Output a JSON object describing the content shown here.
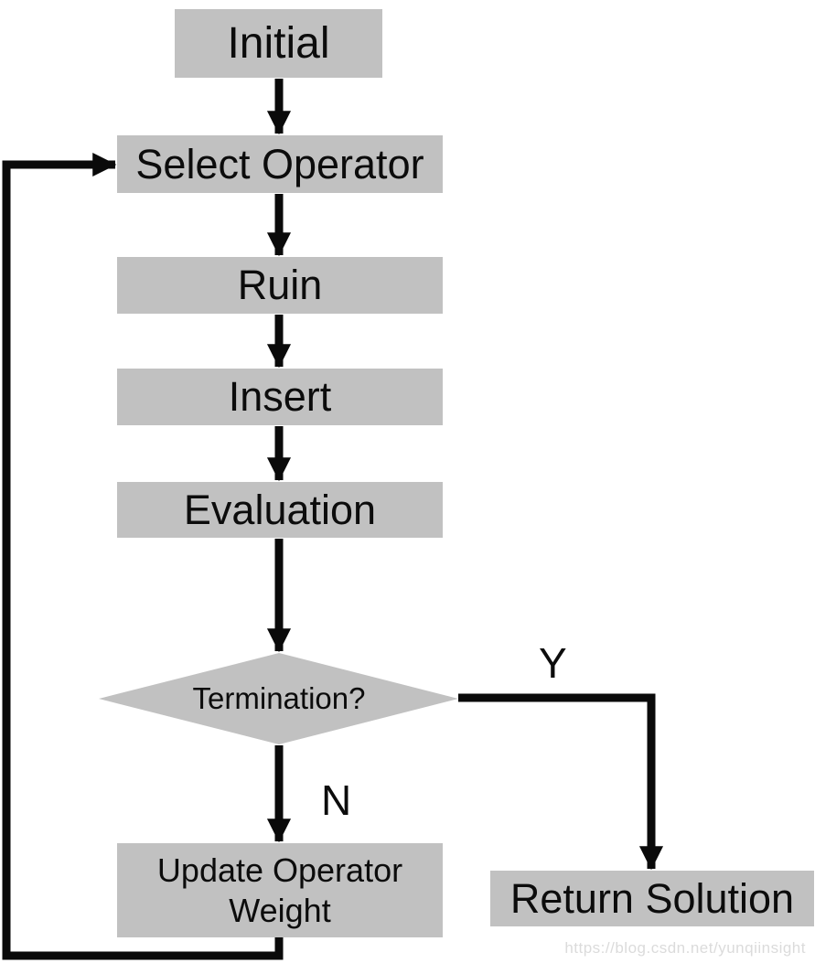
{
  "flowchart": {
    "nodes": {
      "initial": "Initial",
      "select_operator": "Select Operator",
      "ruin": "Ruin",
      "insert": "Insert",
      "evaluation": "Evaluation",
      "termination": "Termination?",
      "update_weight": "Update Operator Weight",
      "return_solution": "Return Solution"
    },
    "branch_labels": {
      "yes": "Y",
      "no": "N"
    }
  },
  "watermark": "https://blog.csdn.net/yunqiinsight",
  "colors": {
    "background": "#ffffff",
    "node_fill": "#c1c1c1",
    "line": "#0a0a0a",
    "text": "#0c0c0c",
    "watermark": "#dbdbdb"
  }
}
